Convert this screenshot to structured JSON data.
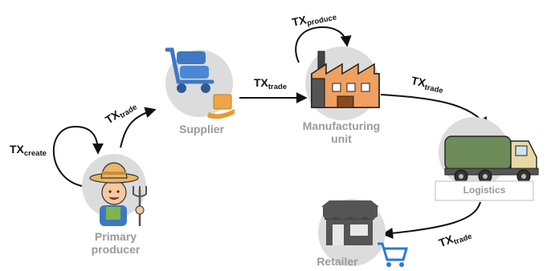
{
  "nodes": {
    "primary_producer": {
      "label_line1": "Primary",
      "label_line2": "producer",
      "icon": "farmer-icon"
    },
    "supplier": {
      "label": "Supplier",
      "icon": "hand-truck-with-boxes-icon"
    },
    "manufacturing": {
      "label_line1": "Manufacturing",
      "label_line2": "unit",
      "icon": "factory-icon"
    },
    "logistics": {
      "label": "Logistics",
      "icon": "truck-icon"
    },
    "retailer": {
      "label": "Retailer",
      "icon": "store-with-cart-icon"
    }
  },
  "transactions": {
    "create": {
      "main": "TX",
      "sub": "create"
    },
    "trade_producer_supplier": {
      "main": "TX",
      "sub": "trade"
    },
    "trade_supplier_manufacturing": {
      "main": "TX",
      "sub": "trade"
    },
    "produce": {
      "main": "TX",
      "sub": "produce"
    },
    "trade_manufacturing_logistics": {
      "main": "TX",
      "sub": "trade"
    },
    "trade_logistics_retailer": {
      "main": "TX",
      "sub": "trade"
    }
  },
  "colors": {
    "circle": "#dcdcdc",
    "label": "#9a9a9a",
    "arrow": "#111111",
    "accent_blue": "#4a78c8",
    "accent_orange": "#f0a44a",
    "truck_green": "#6e8c5a"
  }
}
